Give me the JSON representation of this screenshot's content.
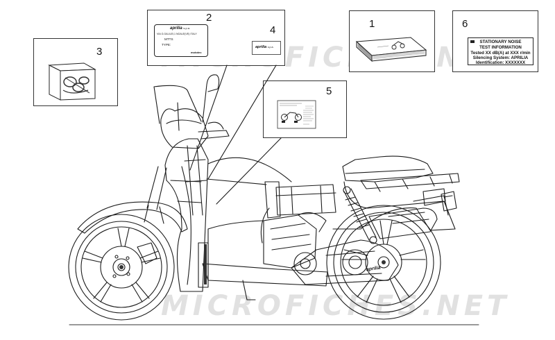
{
  "callouts": {
    "c1": "1",
    "c2": "2",
    "c3": "3",
    "c4": "4",
    "c5": "5",
    "c6": "6"
  },
  "watermark": "MICROFICHES.NET",
  "label2": {
    "brand": "aprilia",
    "suffix": "s.p.a.",
    "address": "VIA G.GALILEI,1 NOALE(VE) ITALY",
    "line1": "MTTS",
    "line2": "TYPE:",
    "maker": "mototec"
  },
  "label4": {
    "brand": "aprilia",
    "suffix": "s.p.a."
  },
  "label6": {
    "line1": "STATIONARY NOISE",
    "line2": "TEST INFORMATION",
    "line3": "Tested XX dB(A) at XXX r/min",
    "line4": "Silencing System: APRILIA",
    "line5": "Identification: XXXXXXX"
  },
  "scooter_badge": "aprilia"
}
